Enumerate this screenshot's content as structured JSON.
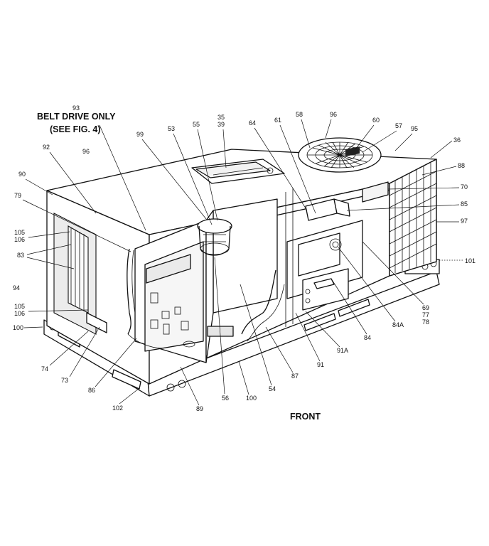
{
  "header": {
    "line1": "BELT DRIVE ONLY",
    "line2": "(SEE FIG. 4)"
  },
  "front_label": "FRONT",
  "callouts": {
    "n93": "93",
    "n92": "92",
    "n96a": "96",
    "n90": "90",
    "n79": "79",
    "n105a": "105",
    "n106a": "106",
    "n83": "83",
    "n94": "94",
    "n105b": "105",
    "n106b": "106",
    "n100a": "100",
    "n74": "74",
    "n73": "73",
    "n86": "86",
    "n102": "102",
    "n99": "99",
    "n53": "53",
    "n55": "55",
    "n35": "35",
    "n39": "39",
    "n64": "64",
    "n61": "61",
    "n58": "58",
    "n96b": "96",
    "n60": "60",
    "n57": "57",
    "n95": "95",
    "n36": "36",
    "n88": "88",
    "n70": "70",
    "n85": "85",
    "n97": "97",
    "n101": "101",
    "n69": "69",
    "n77": "77",
    "n78": "78",
    "n84A": "84A",
    "n84": "84",
    "n91A": "91A",
    "n91": "91",
    "n87": "87",
    "n54": "54",
    "n100b": "100",
    "n56": "56",
    "n89": "89"
  }
}
